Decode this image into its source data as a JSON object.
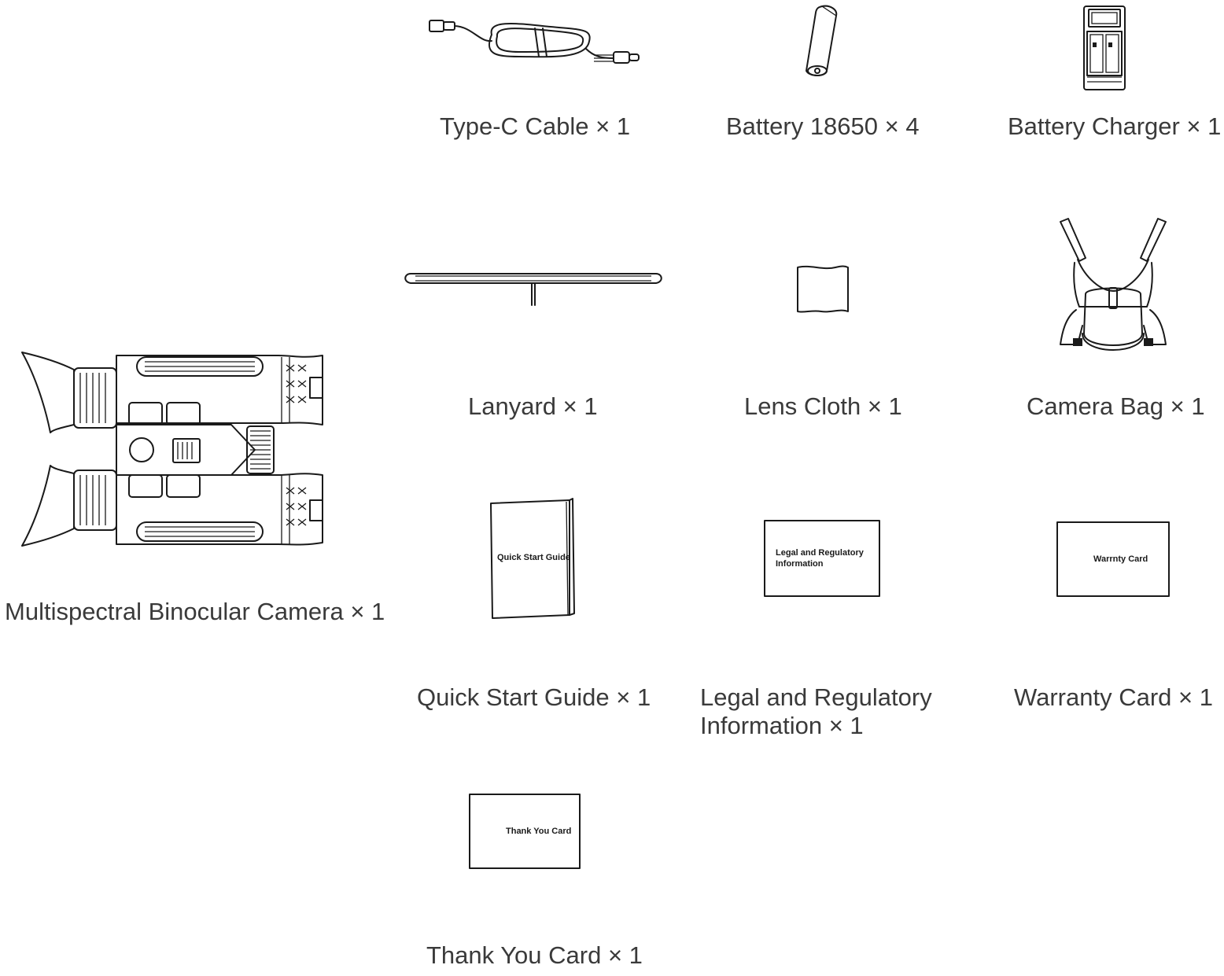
{
  "items": {
    "type_c_cable": {
      "label": "Type-C Cable × 1"
    },
    "battery": {
      "label": "Battery 18650 × 4"
    },
    "battery_charger": {
      "label": "Battery Charger × 1"
    },
    "lanyard": {
      "label": "Lanyard × 1"
    },
    "lens_cloth": {
      "label": "Lens Cloth × 1"
    },
    "camera_bag": {
      "label": "Camera Bag × 1"
    },
    "binocular_camera": {
      "label": "Multispectral Binocular Camera × 1"
    },
    "quick_start_guide": {
      "label": "Quick Start Guide × 1",
      "cover_text": "Quick Start Guide"
    },
    "legal_info": {
      "label_line1": "Legal and Regulatory",
      "label_line2": "Information × 1",
      "cover_line1": "Legal and Regulatory",
      "cover_line2": "Information"
    },
    "warranty_card": {
      "label": "Warranty Card × 1",
      "cover_text": "Warrnty Card"
    },
    "thank_you_card": {
      "label": "Thank You Card × 1",
      "cover_text": "Thank You Card"
    }
  },
  "icons": {
    "type_c_cable": "cable-icon",
    "battery": "battery-icon",
    "battery_charger": "charger-icon",
    "lanyard": "lanyard-icon",
    "lens_cloth": "cloth-icon",
    "camera_bag": "bag-icon",
    "binocular_camera": "binocular-icon",
    "quick_start_guide": "booklet-icon",
    "legal_info": "document-icon",
    "warranty_card": "card-icon",
    "thank_you_card": "card-icon"
  },
  "colors": {
    "line": "#1a1a1a",
    "text": "#3a3a3a",
    "background": "#ffffff"
  }
}
